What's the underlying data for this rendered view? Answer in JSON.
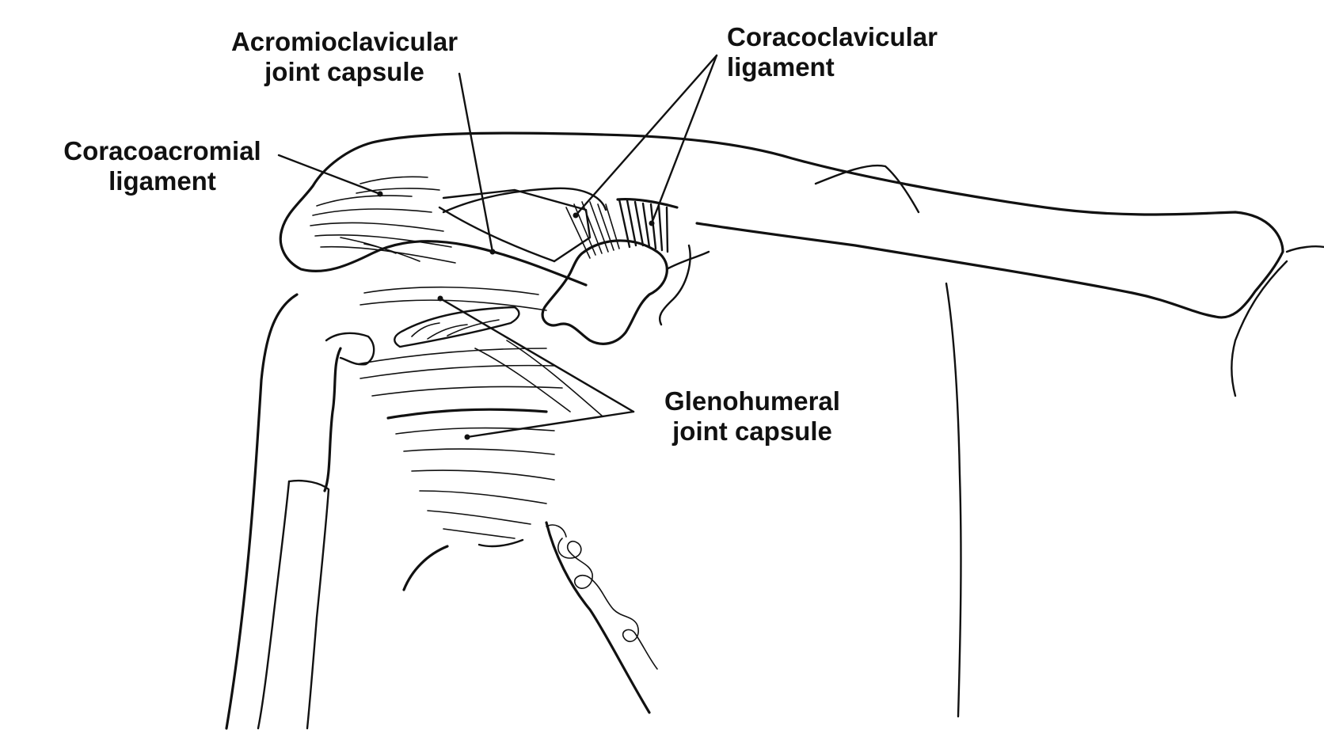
{
  "labels": {
    "acromioclavicular": {
      "line1": "Acromioclavicular",
      "line2": "joint capsule"
    },
    "coracoclavicular": {
      "line1": "Coracoclavicular",
      "line2": "ligament"
    },
    "coracoacromial": {
      "line1": "Coracoacromial",
      "line2": "ligament"
    },
    "glenohumeral": {
      "line1": "Glenohumeral",
      "line2": "joint capsule"
    }
  },
  "colors": {
    "ink": "#111111",
    "background": "#ffffff"
  }
}
